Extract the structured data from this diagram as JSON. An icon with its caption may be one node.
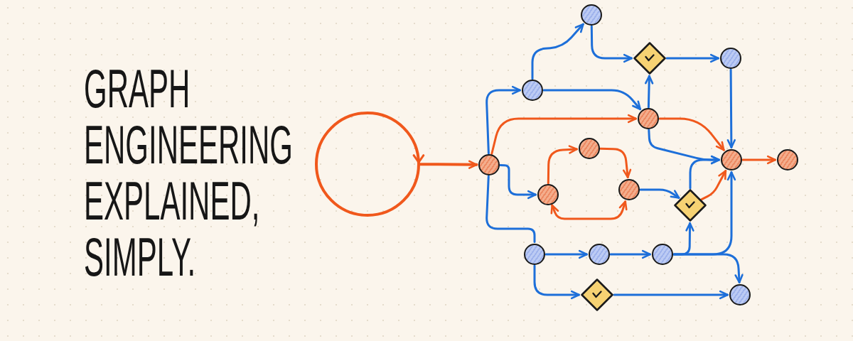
{
  "diagram": {
    "title": "GRAPH ENGINEERING EXPLAINED, SIMPLY.",
    "nodes": [
      {
        "text": [],
        "shape": "circle"
      },
      {
        "text": [],
        "shape": "circle"
      },
      {
        "text": [],
        "shape": "circle"
      },
      {
        "text": [],
        "shape": "circle"
      },
      {
        "text": [],
        "shape": "circle"
      },
      {
        "text": [],
        "shape": "circle"
      },
      {
        "text": [],
        "shape": "circle"
      },
      {
        "text": [],
        "shape": "diamond"
      },
      {
        "text": [],
        "shape": "circle"
      },
      {
        "text": [],
        "shape": "circle"
      },
      {
        "text": [],
        "shape": "diamond"
      },
      {
        "text": [],
        "shape": "circle"
      },
      {
        "text": [],
        "shape": "diamond"
      },
      {
        "text": [],
        "shape": "circle"
      },
      {
        "text": [],
        "shape": "circle"
      },
      {
        "text": [],
        "shape": "circle"
      },
      {
        "text": [],
        "shape": "circle"
      }
    ],
    "edges": [
      {
        "from": null,
        "to": 0,
        "arrow": "to",
        "color": "#f0581c"
      },
      {
        "from": 0,
        "to": 1,
        "arrow": "to"
      },
      {
        "from": 0,
        "to": 3,
        "arrow": "none"
      },
      {
        "from": 0,
        "to": 9,
        "arrow": "to",
        "color": "#f0581c"
      },
      {
        "from": 0,
        "to": 2,
        "arrow": "to"
      },
      {
        "from": 1,
        "to": 4,
        "arrow": "to"
      },
      {
        "from": 1,
        "to": 9,
        "arrow": "to"
      },
      {
        "from": 4,
        "to": 10,
        "arrow": "to"
      },
      {
        "from": 9,
        "to": 10,
        "arrow": "to"
      },
      {
        "from": 10,
        "to": 13,
        "arrow": "to"
      },
      {
        "from": 13,
        "to": 14,
        "arrow": "to"
      },
      {
        "from": 9,
        "to": 14,
        "arrow": "to",
        "color": "#f0581c"
      },
      {
        "from": 9,
        "to": 14,
        "arrow": "to"
      },
      {
        "from": 12,
        "to": 14,
        "arrow": "to"
      },
      {
        "from": 14,
        "to": 16,
        "arrow": "to",
        "color": "#f0581c"
      },
      {
        "from": 5,
        "to": 8,
        "arrow": "to",
        "color": "#f0581c"
      },
      {
        "from": 2,
        "to": 5,
        "arrow": "to",
        "color": "#f0581c"
      },
      {
        "from": 2,
        "to": 8,
        "arrow": "both",
        "color": "#f0581c"
      },
      {
        "from": 8,
        "to": 12,
        "arrow": "to"
      },
      {
        "from": 12,
        "to": 14,
        "arrow": "to",
        "color": "#f0581c"
      },
      {
        "from": 3,
        "to": 6,
        "arrow": "to"
      },
      {
        "from": 6,
        "to": 11,
        "arrow": "to"
      },
      {
        "from": 11,
        "to": 12,
        "arrow": "to"
      },
      {
        "from": 11,
        "to": 14,
        "arrow": "to"
      },
      {
        "from": 11,
        "to": 15,
        "arrow": "to"
      },
      {
        "from": 3,
        "to": 7,
        "arrow": "to"
      },
      {
        "from": 7,
        "to": 15,
        "arrow": "to"
      }
    ]
  }
}
